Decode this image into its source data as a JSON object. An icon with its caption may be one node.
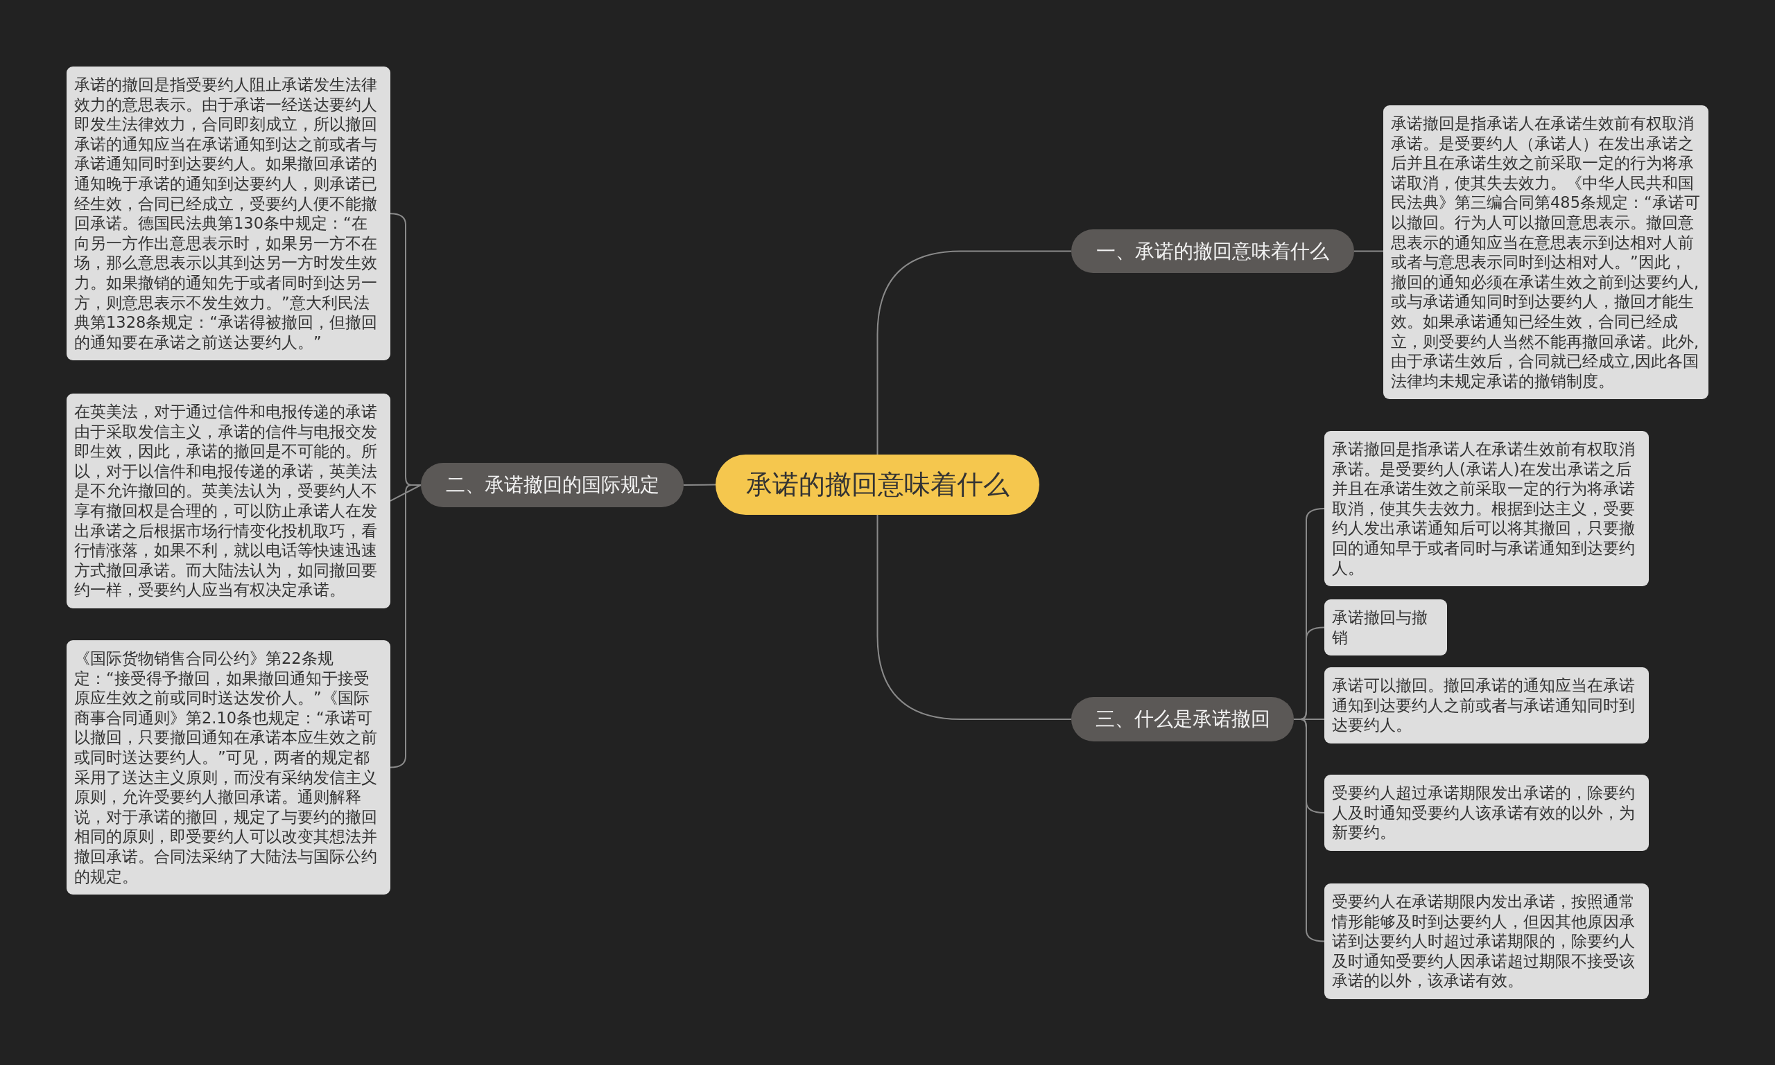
{
  "diagram": {
    "nodes": [
      {
        "text": [
          "承诺的撤回意味着什么"
        ]
      },
      {
        "text": [
          "一、承诺的撤回意味着什么"
        ]
      },
      {
        "text": [
          "承诺撤回是指承诺人在承诺生效前有权取消承诺。是受要约人（承诺人）在发出承诺之后并且在承诺生效之前采取一定的行为将承诺取消，使其失去效力。《中华人民共和国民法典》第三编合同第485条规定：“承诺可以撤回。行为人可以撤回意思表示。撤回意思表示的通知应当在意思表示到达相对人前或者与意思表示同时到达相对人。”因此，撤回的通知必须在承诺生效之前到达要约人,或与承诺通知同时到达要约人，撤回才能生效。如果承诺通知已经生效，合同已经成立，则受要约人当然不能再撤回承诺。此外,由于承诺生效后，合同就已经成立,因此各国法律均未规定承诺的撤销制度。"
        ]
      },
      {
        "text": [
          "二、承诺撤回的国际规定"
        ]
      },
      {
        "text": [
          "承诺的撤回是指受要约人阻止承诺发生法律效力的意思表示。由于承诺一经送达要约人即发生法律效力，合同即刻成立，所以撤回承诺的通知应当在承诺通知到达之前或者与承诺通知同时到达要约人。如果撤回承诺的通知晚于承诺的通知到达要约人，则承诺已经生效，合同已经成立，受要约人便不能撤回承诺。德国民法典第130条中规定：“在向另一方作出意思表示时，如果另一方不在场，那么意思表示以其到达另一方时发生效力。如果撤销的通知先于或者同时到达另一方，则意思表示不发生效力。”意大利民法典第1328条规定：“承诺得被撤回，但撤回的通知要在承诺之前送达要约人。”"
        ]
      },
      {
        "text": [
          "在英美法，对于通过信件和电报传递的承诺由于采取发信主义，承诺的信件与电报交发即生效，因此，承诺的撤回是不可能的。所以，对于以信件和电报传递的承诺，英美法是不允许撤回的。英美法认为，受要约人不享有撤回权是合理的，可以防止承诺人在发出承诺之后根据市场行情变化投机取巧，看行情涨落，如果不利，就以电话等快速迅速方式撤回承诺。而大陆法认为，如同撤回要约一样，受要约人应当有权决定承诺。"
        ]
      },
      {
        "text": [
          "《国际货物销售合同公约》第22条规定：“接受得予撤回，如果撤回通知于接受原应生效之前或同时送达发价人。”《国际商事合同通则》第2.10条也规定：“承诺可以撤回，只要撤回通知在承诺本应生效之前或同时送达要约人。”可见，两者的规定都采用了送达主义原则，而没有采纳发信主义原则，允许受要约人撤回承诺。通则解释说，对于承诺的撤回，规定了与要约的撤回相同的原则，即受要约人可以改变其想法并撤回承诺。合同法采纳了大陆法与国际公约的规定。"
        ]
      },
      {
        "text": [
          "三、什么是承诺撤回"
        ]
      },
      {
        "text": [
          "承诺撤回是指承诺人在承诺生效前有权取消承诺。是受要约人(承诺人)在发出承诺之后并且在承诺生效之前采取一定的行为将承诺取消，使其失去效力。根据到达主义，受要约人发出承诺通知后可以将其撤回，只要撤回的通知早于或者同时与承诺通知到达要约人。"
        ]
      },
      {
        "text": [
          "承诺撤回与撤销"
        ]
      },
      {
        "text": [
          "承诺可以撤回。撤回承诺的通知应当在承诺通知到达要约人之前或者与承诺通知同时到达要约人。"
        ]
      },
      {
        "text": [
          "受要约人超过承诺期限发出承诺的，除要约人及时通知受要约人该承诺有效的以外，为新要约。"
        ]
      },
      {
        "text": [
          "受要约人在承诺期限内发出承诺，按照通常情形能够及时到达要约人，但因其他原因承诺到达要约人时超过承诺期限的，除要约人及时通知受要约人因承诺超过期限不接受该承诺的以外，该承诺有效。"
        ]
      }
    ],
    "edges": [
      {
        "from": 0,
        "to": 1,
        "arrow": "none"
      },
      {
        "from": 1,
        "to": 2,
        "arrow": "none"
      },
      {
        "from": 0,
        "to": 3,
        "arrow": "none"
      },
      {
        "from": 3,
        "to": 4,
        "arrow": "none"
      },
      {
        "from": 3,
        "to": 5,
        "arrow": "none"
      },
      {
        "from": 3,
        "to": 6,
        "arrow": "none"
      },
      {
        "from": 0,
        "to": 7,
        "arrow": "none"
      },
      {
        "from": 7,
        "to": 8,
        "arrow": "none"
      },
      {
        "from": 7,
        "to": 9,
        "arrow": "none"
      },
      {
        "from": 7,
        "to": 10,
        "arrow": "none"
      },
      {
        "from": 7,
        "to": 11,
        "arrow": "none"
      },
      {
        "from": 7,
        "to": 12,
        "arrow": "none"
      }
    ]
  }
}
